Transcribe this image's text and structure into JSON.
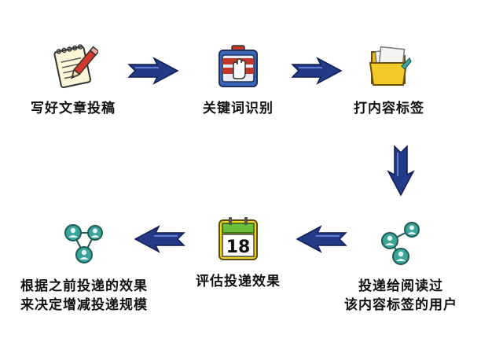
{
  "colors": {
    "arrow": "#243a86",
    "arrow_dark": "#0f1c55",
    "text": "#111111",
    "node_fill": "#3aa59a",
    "node_stroke": "#1f5a55",
    "folder": "#f3c928",
    "pad_red": "#c0392b",
    "calendar_yellow": "#f2d21b",
    "calendar_green": "#6abf3a"
  },
  "steps": [
    {
      "id": "write",
      "icon": "notepad-pencil-icon",
      "lines": [
        "写好文章投稿"
      ]
    },
    {
      "id": "keyword",
      "icon": "stop-hand-icon",
      "lines": [
        "关键词识别"
      ]
    },
    {
      "id": "tag",
      "icon": "folder-icon",
      "lines": [
        "打内容标签"
      ]
    },
    {
      "id": "deliver",
      "icon": "user-network-icon",
      "lines": [
        "投递给阅读过",
        "该内容标签的用户"
      ]
    },
    {
      "id": "evaluate",
      "icon": "calendar-icon",
      "lines": [
        "评估投递效果"
      ]
    },
    {
      "id": "decide",
      "icon": "user-network-icon",
      "lines": [
        "根据之前投递的效果",
        "来决定增减投递规模"
      ]
    }
  ],
  "calendar_number": "18"
}
